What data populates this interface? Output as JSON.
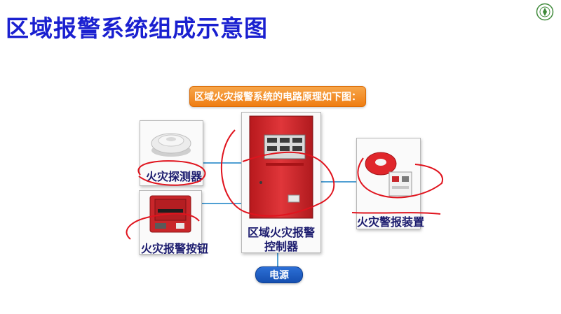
{
  "slide": {
    "title": "区域报警系统组成示意图"
  },
  "banner": {
    "text": "区域火灾报警系统的电路原理如下图："
  },
  "components": {
    "detector_label": "火灾探测器",
    "button_label": "火灾报警按钮",
    "controller_label_line1": "区域火灾报警",
    "controller_label_line2": "控制器",
    "alarm_label": "火灾警报装置",
    "power_label": "电源"
  },
  "colors": {
    "title": "#1a20d0",
    "banner": "#ef7d12",
    "wire": "#4f9fd3",
    "annotation": "#e0141e",
    "cabinet": "#d8262a"
  }
}
